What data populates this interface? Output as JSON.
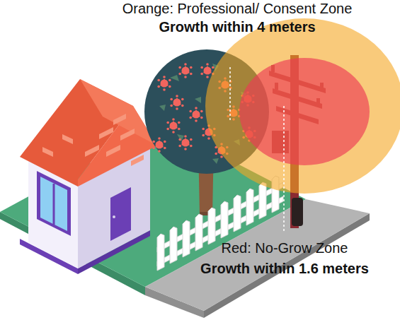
{
  "diagram": {
    "labels": [
      "Orange: Professional/ Consent Zone",
      "Growth within 4 meters",
      "Red: No-Grow Zone",
      "Growth within 1.6 meters"
    ]
  }
}
